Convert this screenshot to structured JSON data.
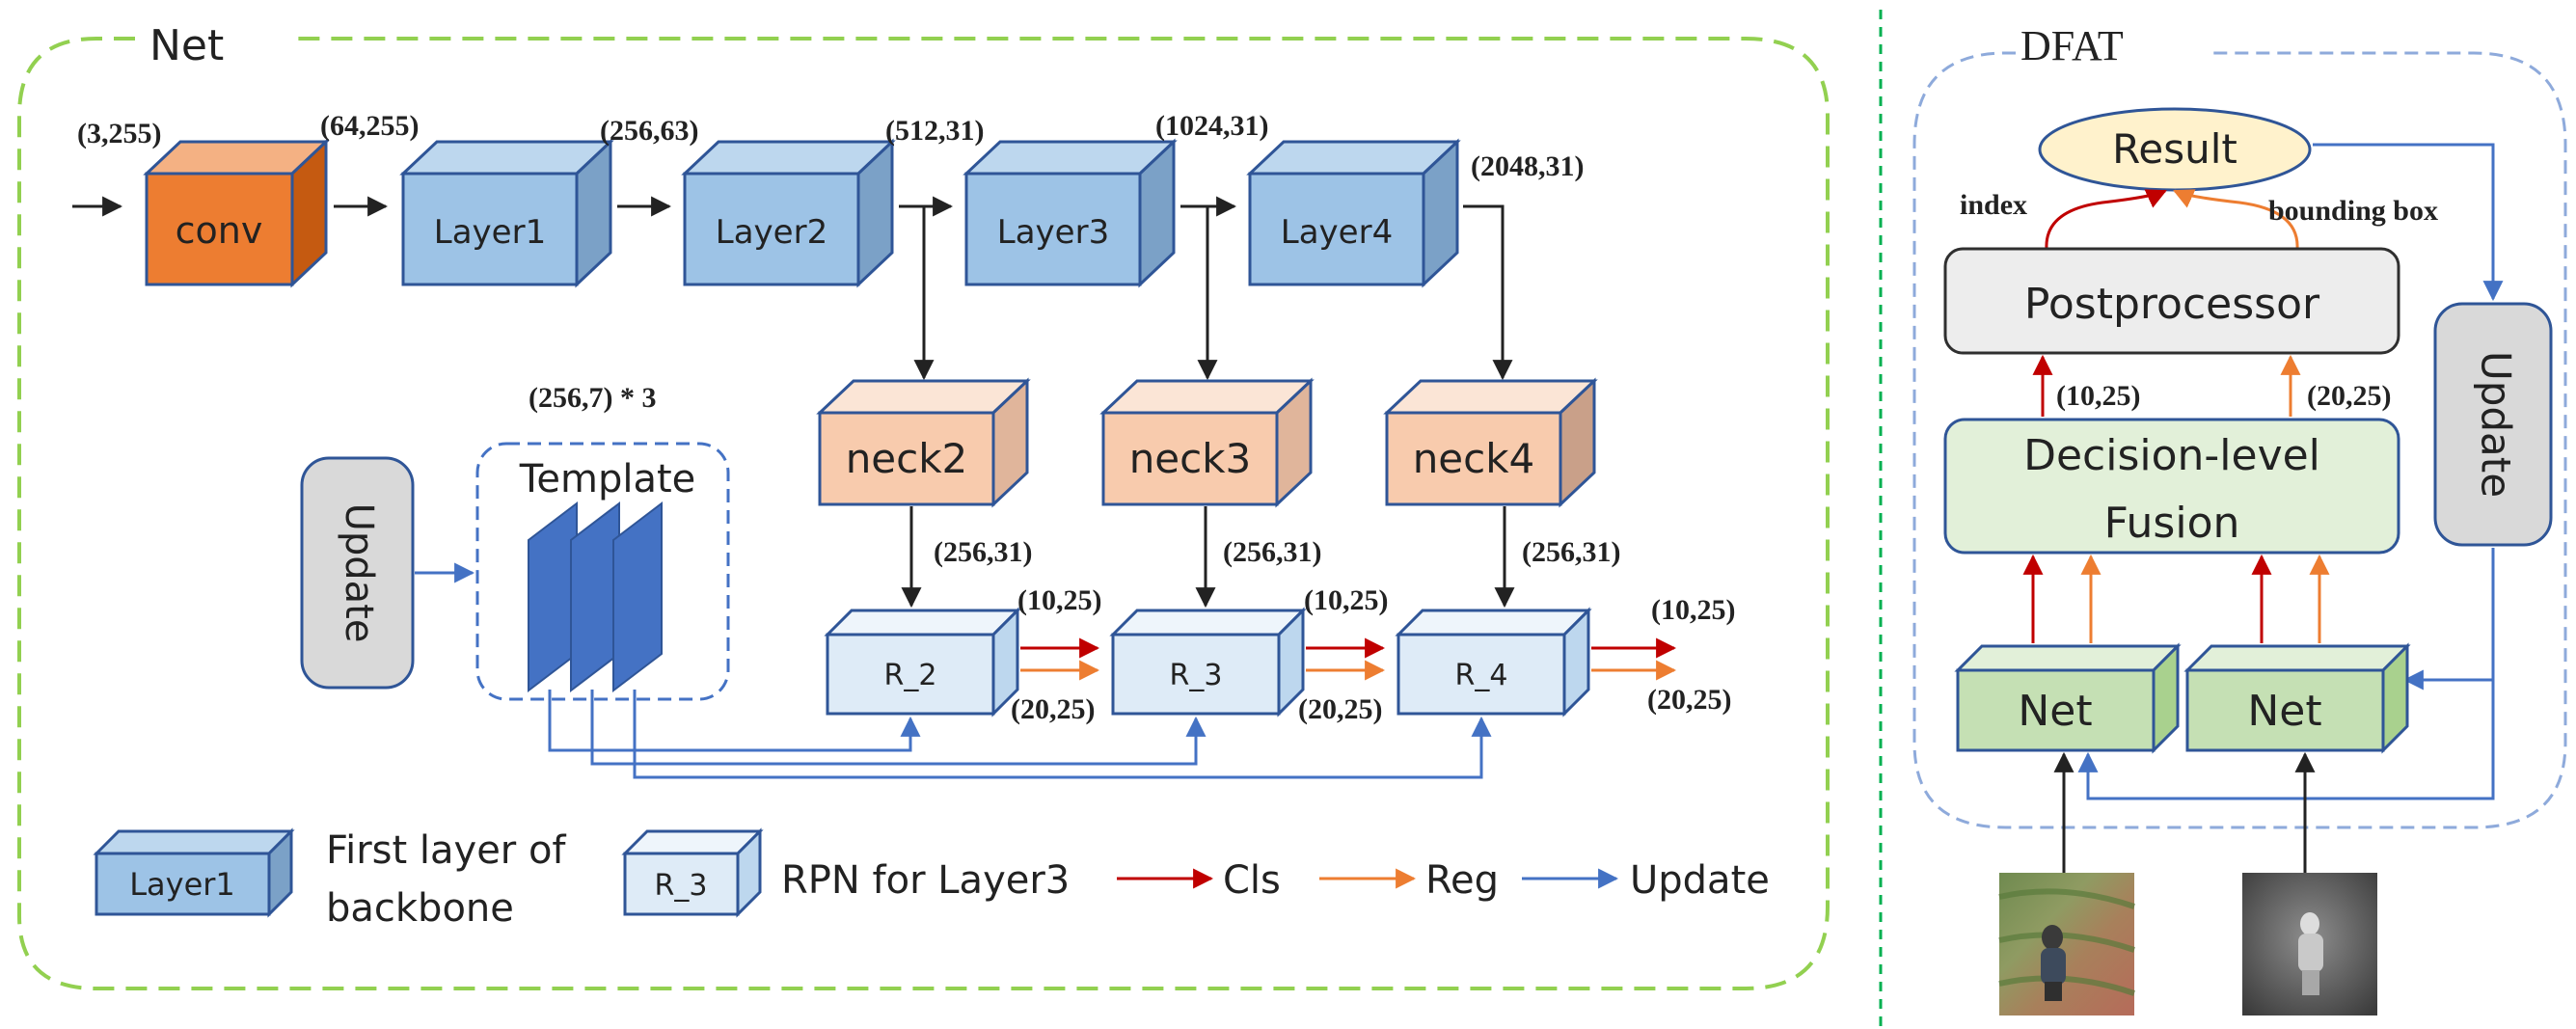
{
  "net": {
    "title": "Net",
    "input_dim": "(3,255)",
    "conv": {
      "label": "conv",
      "dim": "(64,255)"
    },
    "layers": [
      {
        "label": "Layer1",
        "dim": "(256,63)"
      },
      {
        "label": "Layer2",
        "dim": "(512,31)"
      },
      {
        "label": "Layer3",
        "dim": "(1024,31)"
      },
      {
        "label": "Layer4",
        "dim": "(2048,31)"
      }
    ],
    "template": {
      "title": "Template",
      "dim": "(256,7) * 3"
    },
    "update_label": "Update",
    "necks": [
      {
        "label": "neck2",
        "dim": "(256,31)"
      },
      {
        "label": "neck3",
        "dim": "(256,31)"
      },
      {
        "label": "neck4",
        "dim": "(256,31)"
      }
    ],
    "rpns": [
      {
        "label": "R_2",
        "cls_dim": "(10,25)",
        "reg_dim": "(20,25)"
      },
      {
        "label": "R_3",
        "cls_dim": "(10,25)",
        "reg_dim": "(20,25)"
      },
      {
        "label": "R_4",
        "cls_dim": "(10,25)",
        "reg_dim": "(20,25)"
      }
    ],
    "legend": {
      "layer_box": "Layer1",
      "layer_desc_line1": "First layer of",
      "layer_desc_line2": "backbone",
      "rpn_box": "R_3",
      "rpn_desc": "RPN for Layer3",
      "cls": "Cls",
      "reg": "Reg",
      "update": "Update"
    }
  },
  "dfat": {
    "title": "DFAT",
    "result": "Result",
    "index_label": "index",
    "bbox_label": "bounding box",
    "postprocessor": "Postprocessor",
    "cls_dim": "(10,25)",
    "reg_dim": "(20,25)",
    "fusion_line1": "Decision-level",
    "fusion_line2": "Fusion",
    "update_label": "Update",
    "nets": [
      "Net",
      "Net"
    ]
  },
  "colors": {
    "net_border": "#92d050",
    "dfat_border": "#8eaadb",
    "divider": "#00b050",
    "conv": "#ed7d31",
    "layer": "#9dc3e6",
    "neck": "#f8cbad",
    "rpn": "#deebf7",
    "template": "#4472c4",
    "cls_arrow": "#c00000",
    "reg_arrow": "#ed7d31",
    "update_arrow": "#4472c4",
    "net_block": "#c5e0b4",
    "result": "#fff2cc",
    "postprocessor": "#ededed",
    "fusion": "#e2f0d9",
    "update_box": "#d9d9d9"
  }
}
